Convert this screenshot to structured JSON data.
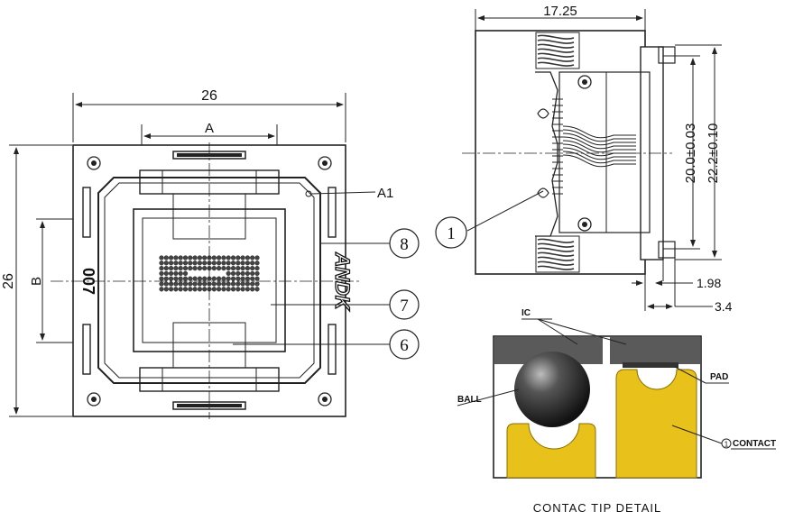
{
  "top_view": {
    "dim_width": "26",
    "dim_height": "26",
    "dim_a": "A",
    "dim_b": "B",
    "label_a1": "A1",
    "mark_007": "007",
    "mark_brand": "ANDK"
  },
  "side_view": {
    "dim_width": "17.25",
    "dim_inner": "20.0±0.03",
    "dim_outer": "22.2±0.10",
    "dim_198": "1.98",
    "dim_34": "3.4"
  },
  "callouts": {
    "c1": "1",
    "c6": "6",
    "c7": "7",
    "c8": "8"
  },
  "detail": {
    "label_ic": "IC",
    "label_ball": "BALL",
    "label_pad": "PAD",
    "label_contact": "CONTACT",
    "caption": "CONTAC TIP DETAIL",
    "colors": {
      "contact": "#e8c21a",
      "ic_bar": "#5a5a5a",
      "ball": "#2a2a2a"
    }
  }
}
